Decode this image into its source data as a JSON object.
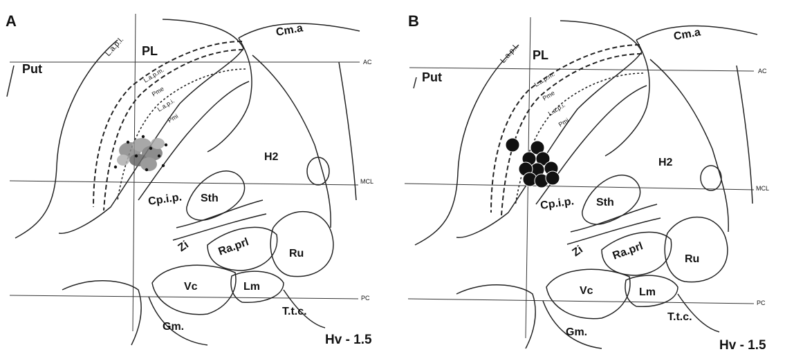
{
  "panels": [
    {
      "letter": "A",
      "level": "Hv - 1.5",
      "labels": {
        "put": "Put",
        "pl": "PL",
        "lapl": "L.a.p.l.",
        "lapm": "L.a.p.m.",
        "pme": "Pme",
        "lapi": "L.a.p.i.",
        "pmi": "Pmi",
        "cma": "Cm.a",
        "h2": "H2",
        "cpip": "Cp.i.p.",
        "sth": "Sth",
        "zi": "Zi",
        "raprl": "Ra.prl",
        "ru": "Ru",
        "vc": "Vc",
        "lm": "Lm",
        "ttc": "T.t.c.",
        "gm": "Gm.",
        "ac": "AC",
        "mcl": "MCL",
        "pc": "PC"
      },
      "marker_style": "gray-overlap"
    },
    {
      "letter": "B",
      "level": "Hv - 1.5",
      "labels": {
        "put": "Put",
        "pl": "PL",
        "lapl": "L.a.p.l.",
        "lapm": "L.a.p.m.",
        "pme": "Pme",
        "lapi": "L.a.p.i.",
        "pmi": "Pmi",
        "cma": "Cm.a",
        "h2": "H2",
        "cpip": "Cp.i.p.",
        "sth": "Sth",
        "zi": "Zi",
        "raprl": "Ra.prl",
        "ru": "Ru",
        "vc": "Vc",
        "lm": "Lm",
        "ttc": "T.t.c.",
        "gm": "Gm.",
        "ac": "AC",
        "mcl": "MCL",
        "pc": "PC"
      },
      "marker_style": "black-circles"
    }
  ]
}
